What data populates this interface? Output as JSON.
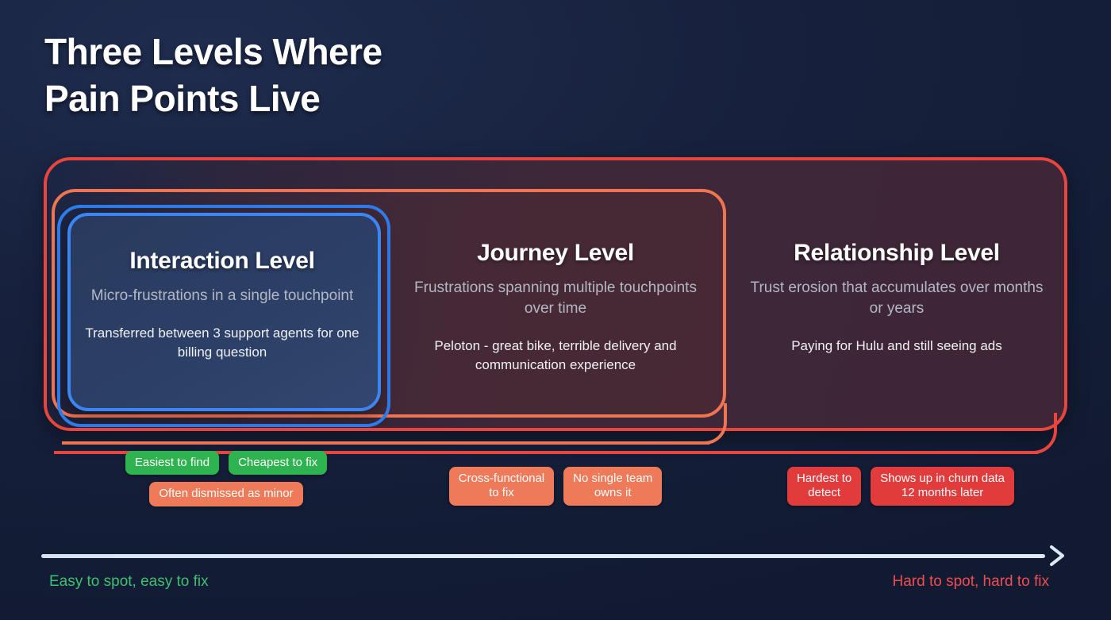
{
  "page": {
    "title": "Three Levels Where\nPain Points Live",
    "background_color": "#17213d"
  },
  "levels": [
    {
      "id": "interaction",
      "title": "Interaction Level",
      "subtitle": "Micro-frustrations in a single touchpoint",
      "example": "Transferred between 3 support agents for one billing question",
      "accent_color": "#3b86f5",
      "badges": [
        {
          "label": "Easiest to find",
          "color": "#2eb350",
          "tone": "green"
        },
        {
          "label": "Cheapest to fix",
          "color": "#2eb350",
          "tone": "green"
        },
        {
          "label": "Often dismissed as minor",
          "color": "#ef7a59",
          "tone": "orange"
        }
      ]
    },
    {
      "id": "journey",
      "title": "Journey Level",
      "subtitle": "Frustrations spanning multiple touchpoints over time",
      "example": "Peloton - great bike, terrible delivery and communication experience",
      "accent_color": "#ef7451",
      "badges": [
        {
          "label": "Cross-functional\nto fix",
          "color": "#ef7a59",
          "tone": "orange"
        },
        {
          "label": "No single team\nowns it",
          "color": "#ef7a59",
          "tone": "orange"
        }
      ]
    },
    {
      "id": "relationship",
      "title": "Relationship Level",
      "subtitle": "Trust erosion that accumulates over months or years",
      "example": "Paying for Hulu and still seeing ads",
      "accent_color": "#e8453f",
      "badges": [
        {
          "label": "Hardest to\ndetect",
          "color": "#e23b3b",
          "tone": "red"
        },
        {
          "label": "Shows up in churn data\n12 months later",
          "color": "#e23b3b",
          "tone": "red"
        }
      ]
    }
  ],
  "spectrum": {
    "left_label": "Easy to spot, easy to fix",
    "right_label": "Hard to spot, hard to fix",
    "left_color": "#3ec070",
    "right_color": "#ef4d52",
    "arrow_color": "#dce8f5",
    "direction": "left-to-right"
  }
}
